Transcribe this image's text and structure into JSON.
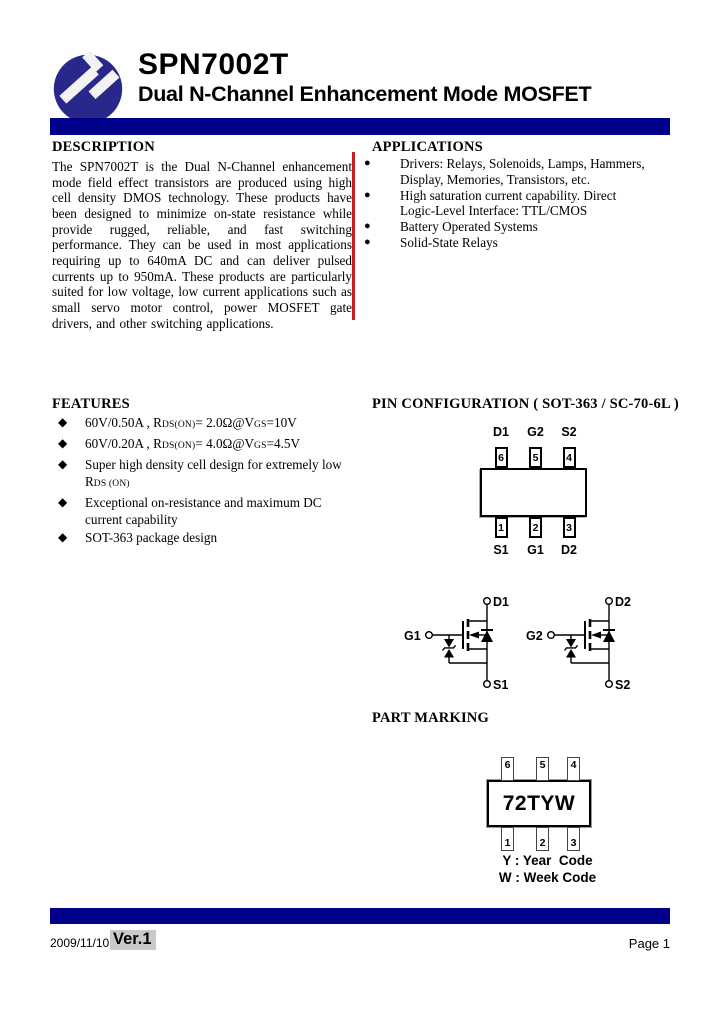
{
  "colors": {
    "navy": "#00008b",
    "logo_navy": "#28288a",
    "revision_red": "#c42222",
    "version_bg": "#c9c9c9"
  },
  "header": {
    "part_number": "SPN7002T",
    "subtitle": "Dual N-Channel Enhancement Mode MOSFET"
  },
  "description": {
    "heading": "DESCRIPTION",
    "body": "The SPN7002T is the Dual N-Channel enhancement mode field effect transistors are produced using high cell density DMOS technology. These products have been designed to minimize on-state resistance while provide rugged, reliable, and fast switching performance. They can be used in most applications requiring up to 640mA DC and can deliver pulsed currents up to 950mA. These products are particularly suited for low voltage, low current applications such as small servo motor control, power MOSFET gate drivers, and other switching applications."
  },
  "applications": {
    "heading": "APPLICATIONS",
    "bullet": "●",
    "items": [
      {
        "lines": [
          "Drivers: Relays, Solenoids, Lamps, Hammers,",
          "Display, Memories, Transistors, etc."
        ]
      },
      {
        "lines": [
          "High saturation current capability. Direct",
          "Logic-Level Interface: TTL/CMOS"
        ]
      },
      {
        "lines": [
          "Battery Operated Systems"
        ]
      },
      {
        "lines": [
          "Solid-State Relays"
        ]
      }
    ]
  },
  "features": {
    "heading": "FEATURES",
    "bullet": "◆",
    "items": [
      {
        "lines": [
          [
            {
              "t": "60V/0.50A , R"
            },
            {
              "t": "DS(ON)",
              "sub": true
            },
            {
              "t": "= 2.0Ω@V"
            },
            {
              "t": "GS",
              "sub": true
            },
            {
              "t": "=10V"
            }
          ]
        ]
      },
      {
        "lines": [
          [
            {
              "t": "60V/0.20A , R"
            },
            {
              "t": "DS(ON)",
              "sub": true
            },
            {
              "t": "= 4.0Ω@V"
            },
            {
              "t": "GS",
              "sub": true
            },
            {
              "t": "=4.5V"
            }
          ]
        ]
      },
      {
        "lines": [
          [
            {
              "t": "Super high density cell design for extremely low"
            }
          ],
          [
            {
              "t": "R"
            },
            {
              "t": "DS (ON)",
              "sub": true
            }
          ]
        ]
      },
      {
        "lines": [
          [
            {
              "t": "Exceptional on-resistance and maximum DC"
            }
          ],
          [
            {
              "t": "current capability"
            }
          ]
        ]
      },
      {
        "lines": [
          [
            {
              "t": "SOT-363 package design"
            }
          ]
        ]
      }
    ]
  },
  "pin_configuration": {
    "heading": "PIN CONFIGURATION ( SOT-363 / SC-70-6L )",
    "top_pins": [
      {
        "label": "D1",
        "number": "6"
      },
      {
        "label": "G2",
        "number": "5"
      },
      {
        "label": "S2",
        "number": "4"
      }
    ],
    "bottom_pins": [
      {
        "label": "S1",
        "number": "1"
      },
      {
        "label": "G1",
        "number": "2"
      },
      {
        "label": "D2",
        "number": "3"
      }
    ]
  },
  "schematic": {
    "transistors": [
      {
        "gate": "G1",
        "drain": "D1",
        "source": "S1"
      },
      {
        "gate": "G2",
        "drain": "D2",
        "source": "S2"
      }
    ]
  },
  "part_marking": {
    "heading": "PART MARKING",
    "marking": "72TYW",
    "top_pin_numbers": [
      "6",
      "5",
      "4"
    ],
    "bottom_pin_numbers": [
      "1",
      "2",
      "3"
    ],
    "notes": [
      "Y : Year  Code",
      "W : Week Code"
    ]
  },
  "footer": {
    "date": "2009/11/10",
    "version": "Ver.1",
    "page": "Page 1"
  }
}
